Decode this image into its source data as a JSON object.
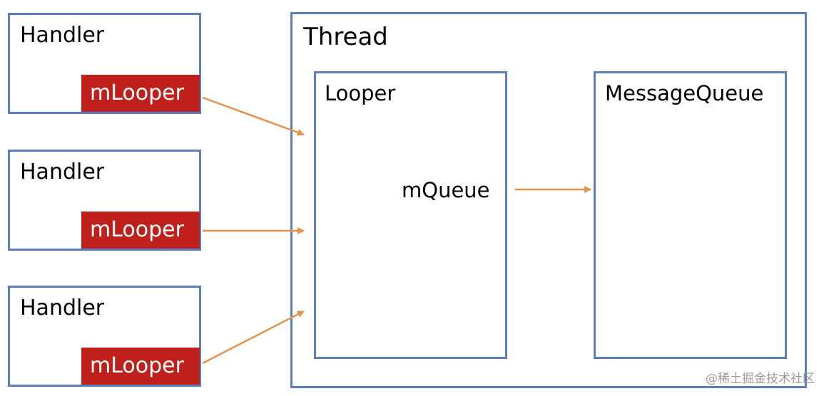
{
  "handlers": [
    {
      "label": "Handler",
      "field": "mLooper"
    },
    {
      "label": "Handler",
      "field": "mLooper"
    },
    {
      "label": "Handler",
      "field": "mLooper"
    }
  ],
  "thread": {
    "label": "Thread"
  },
  "looper": {
    "label": "Looper",
    "field": "mQueue"
  },
  "message_queue": {
    "label": "MessageQueue"
  },
  "watermark": "@稀土掘金技术社区",
  "colors": {
    "box_border": "#5b7fbd",
    "field_fill": "#c0201b",
    "arrow": "#e8904a"
  }
}
